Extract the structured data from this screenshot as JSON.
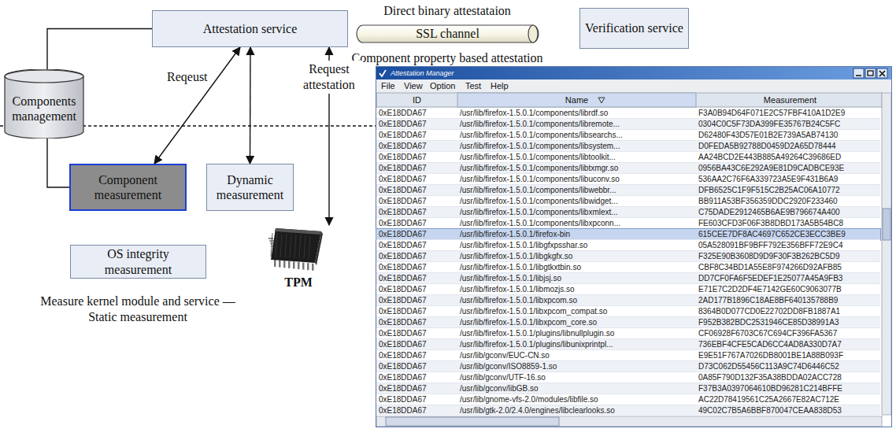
{
  "diagram": {
    "nodes": [
      {
        "text": [
          "Attestation service"
        ]
      },
      {
        "text": [
          "SSL channel"
        ]
      },
      {
        "text": [
          "Verification service"
        ]
      },
      {
        "text": [
          "Components management"
        ]
      },
      {
        "text": [
          "Component measurement"
        ]
      },
      {
        "text": [
          "Dynamic measurement"
        ]
      },
      {
        "text": [
          "OS integrity measurement"
        ]
      },
      {
        "text": [
          "TPM"
        ]
      },
      {
        "text": [
          "Attestation Manager"
        ]
      }
    ],
    "edges": [
      {
        "from": 0,
        "to": 4,
        "arrow": "both"
      },
      {
        "from": 0,
        "to": 5,
        "arrow": "both"
      },
      {
        "from": 0,
        "to": 7,
        "label": "Request attestation",
        "arrow": "both"
      },
      {
        "from": 3,
        "to": 0,
        "arrow": "none"
      },
      {
        "from": 3,
        "to": 4,
        "arrow": "none"
      }
    ],
    "labels": [
      "Direct binary attestataion",
      "Component property based attestation",
      "Reqeust",
      "Measure kernel module and service —Static measurement",
      "File",
      "View",
      "Option",
      "Test",
      "Help",
      "ID",
      "Name",
      "Measurement",
      "0xE18DDA67",
      "/usr/lib/firefox-1.5.0.1/components/librdf.so",
      "F3A0B94D64F071E2C57FBF410A1D2E9",
      "0xE18DDA67",
      "/usr/lib/firefox-1.5.0.1/components/libremote...",
      "0304C0C5F73DA399FE35767B24C5FC",
      "0xE18DDA67",
      "/usr/lib/firefox-1.5.0.1/components/libsearchs...",
      "D62480F43D57E01B2E739A5AB74130",
      "0xE18DDA67",
      "/usr/lib/firefox-1.5.0.1/components/libsystem...",
      "D0FEDA5B92788D0459D2A65D78444",
      "0xE18DDA67",
      "/usr/lib/firefox-1.5.0.1/components/libtoolkit...",
      "AA24BCD2E443B885A49264C39686ED",
      "0xE18DDA67",
      "/usr/lib/firefox-1.5.0.1/components/libtxmgr.so",
      "0956BA43C6E292A9E81D9CADBCE93E",
      "0xE18DDA67",
      "/usr/lib/firefox-1.5.0.1/components/libuconv.so",
      "536AA2C76F6A339723A5E9F431B6A9",
      "0xE18DDA67",
      "/usr/lib/firefox-1.5.0.1/components/libwebbr...",
      "DFB6525C1F9F515C2B25AC06A10772",
      "0xE18DDA67",
      "/usr/lib/firefox-1.5.0.1/components/libwidget...",
      "BB911A53BF356359DDC2920F233460",
      "0xE18DDA67",
      "/usr/lib/firefox-1.5.0.1/components/libxmlext...",
      "C75DADE2912465B6AE9B796674A400",
      "0xE18DDA67",
      "/usr/lib/firefox-1.5.0.1/components/libxpconn...",
      "FE603CFD3F06F3B8DBD173A5B54BC8",
      "0xE18DDA67",
      "/usr/lib/firefox-1.5.0.1/firefox-bin",
      "615CEE7DF8AC4697C652CE3ECC3BE9",
      "0xE18DDA67",
      "/usr/lib/firefox-1.5.0.1/libgfxpsshar.so",
      "05A528091BF9BFF792E356BFF72E9C4",
      "0xE18DDA67",
      "/usr/lib/firefox-1.5.0.1/libgkgfx.so",
      "F325E90B3608D9D9F30F3B262BC5D9",
      "0xE18DDA67",
      "/usr/lib/firefox-1.5.0.1/libgtkxtbin.so",
      "CBF8C34BD1A55E8F974266D92AFB85",
      "0xE18DDA67",
      "/usr/lib/firefox-1.5.0.1/libjsj.so",
      "DD7CF0FA6F5EDEF1E25077A45A9FB3",
      "0xE18DDA67",
      "/usr/lib/firefox-1.5.0.1/libmozjs.so",
      "E71E7C2D2DF4E7142GE60C9063077B",
      "0xE18DDA67",
      "/usr/lib/firefox-1.5.0.1/libxpcom.so",
      "2AD177B1896C18AE8BF640135788B9",
      "0xE18DDA67",
      "/usr/lib/firefox-1.5.0.1/libxpcom_compat.so",
      "8364B0D077CD0E22702DD8FB1887A1",
      "0xE18DDA67",
      "/usr/lib/firefox-1.5.0.1/libxpcom_core.so",
      "F952B382BDC2531946CE85D38991A3",
      "0xE18DDA67",
      "/usr/lib/firefox-1.5.0.1/plugins/libnullplugin.so",
      "CF06928F6703C67C694CF396FA5367",
      "0xE18DDA67",
      "/usr/lib/firefox-1.5.0.1/plugins/libunixprintpl...",
      "736EBF4CFE5CAD6CC4AD8A330D7A7",
      "0xE18DDA67",
      "/usr/lib/gconv/EUC-CN.so",
      "E9E51F767A7026DB8001BE1A88B093F",
      "0xE18DDA67",
      "/usr/lib/gconv/ISO8859-1.so",
      "D73C062D55456C113A9C74D6446C52",
      "0xE18DDA67",
      "/usr/lib/gconv/UTF-16.so",
      "0A85F790D132F35A38BDDA02ACC728",
      "0xE18DDA67",
      "/usr/lib/gconv/libGB.so",
      "F37B3A0397064610BD96281C214BFFE",
      "0xE18DDA67",
      "/usr/lib/gnome-vfs-2.0/modules/libfile.so",
      "AC22D78419561C25A2667E82AC712E",
      "0xE18DDA67",
      "/usr/lib/gtk-2.0/2.4.0/engines/libclearlooks.so",
      "49C02C7B5A6BBF870047CEAA838D53"
    ]
  }
}
